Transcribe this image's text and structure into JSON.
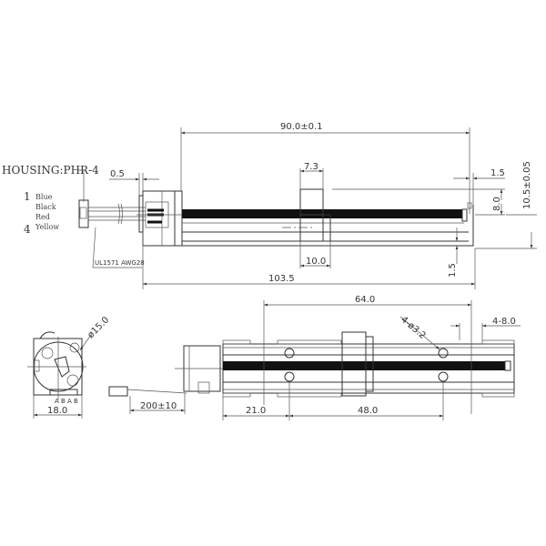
{
  "top_view": {
    "housing_label": "HOUSING:PHR-4",
    "pin_first": "1",
    "pin_last": "4",
    "wires": [
      "Blue",
      "Black",
      "Red",
      "Yellow"
    ],
    "cable_label": "UL1571  AWG28",
    "dims": {
      "flange": "0.5",
      "stroke": "90.0±0.1",
      "carriage_top": "7.3",
      "carriage_bottom": "10.0",
      "end_gap": "1.5",
      "screw_height": "8.0",
      "total_height": "10.5±0.05",
      "base_thickness": "1.5",
      "total_length": "103.5"
    }
  },
  "bottom_view": {
    "pin_labels": "A B A B",
    "dims": {
      "diameter": "ø15.0",
      "width": "18.0",
      "cable_length": "200±10",
      "hole_span": "64.0",
      "holes": "4-ø3.2",
      "slots": "4-8.0",
      "offset": "21.0",
      "hole_pitch": "48.0"
    }
  }
}
